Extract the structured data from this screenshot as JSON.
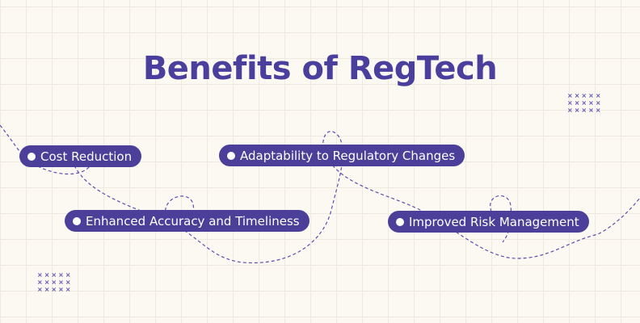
{
  "title": "Benefits of RegTech",
  "benefits": [
    {
      "label": "Cost Reduction"
    },
    {
      "label": "Adaptability to Regulatory Changes"
    },
    {
      "label": "Enhanced Accuracy and Timeliness"
    },
    {
      "label": "Improved Risk Management"
    }
  ],
  "colors": {
    "accent": "#4b3f9a",
    "background": "#fcf8f2"
  }
}
